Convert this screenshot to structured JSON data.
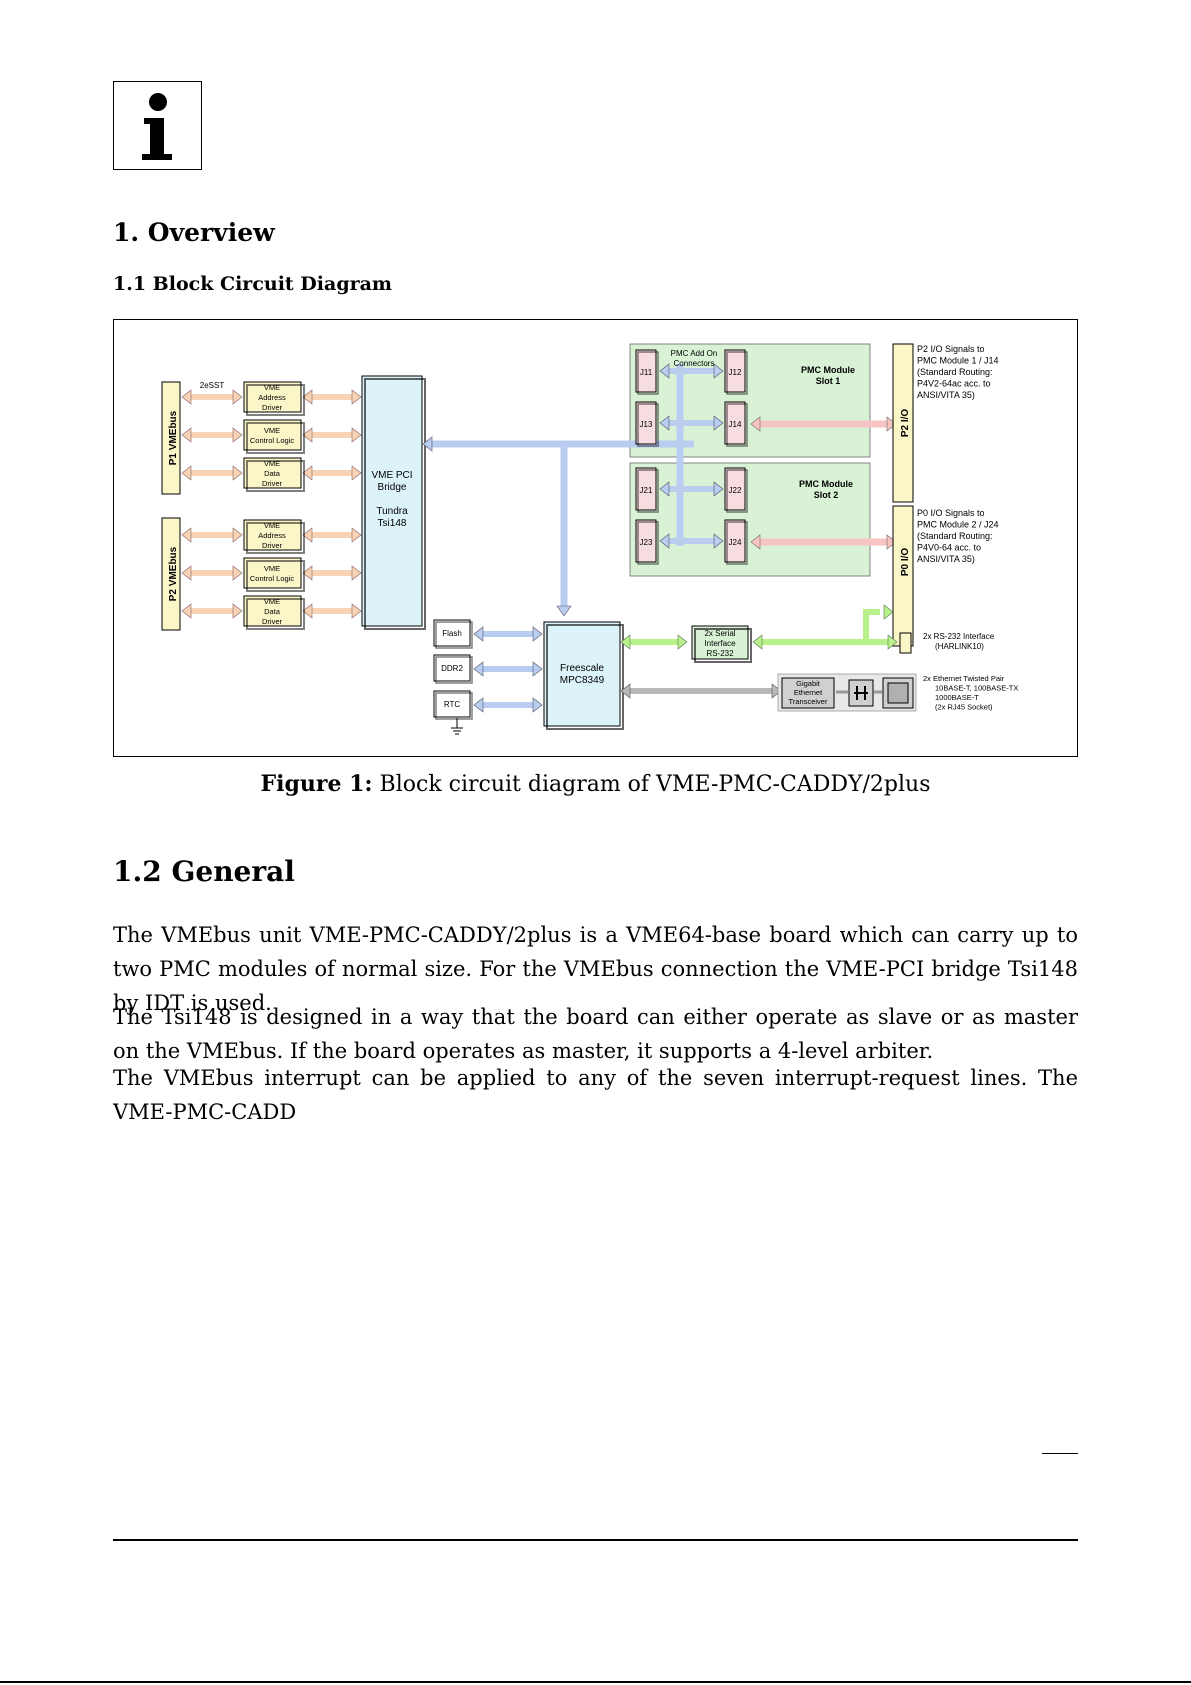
{
  "header": {
    "logo_icon": "info-icon",
    "logo_glyph": "i"
  },
  "section": {
    "title": "1. Overview"
  },
  "subsection": {
    "title": "1.1 Block Circuit Diagram"
  },
  "diagram": {
    "p1_vmebus": "P1  VMEbus",
    "p2_vmebus": "P2  VMEbus",
    "esst_label": "2eSST",
    "vme_addr_driver": [
      "VME",
      "Address",
      "Driver"
    ],
    "vme_ctrl_logic": [
      "VME",
      "Control Logic"
    ],
    "vme_data_driver": [
      "VME",
      "Data",
      "Driver"
    ],
    "bridge": [
      "VME PCI",
      "Bridge",
      "",
      "Tundra",
      "Tsi148"
    ],
    "pmc_connectors": [
      "PMC Add On",
      "Connectors"
    ],
    "j11": "J11",
    "j12": "J12",
    "j13": "J13",
    "j14": "J14",
    "j21": "J21",
    "j22": "J22",
    "j23": "J23",
    "j24": "J24",
    "pmc_slot1": [
      "PMC Module",
      "Slot 1"
    ],
    "pmc_slot2": [
      "PMC Module",
      "Slot 2"
    ],
    "p2_io": "P2 I/O",
    "p0_io": "P0 I/O",
    "p2_io_desc": [
      "P2 I/O Signals to",
      "PMC Module 1 / J14",
      "(Standard Routing:",
      "P4V2-64ac acc. to",
      "ANSI/VITA 35)"
    ],
    "p0_io_desc": [
      "P0 I/O Signals to",
      "PMC Module 2 / J24",
      "(Standard Routing:",
      "P4V0-64 acc. to",
      "ANSI/VITA 35)"
    ],
    "flash": "Flash",
    "ddr2": "DDR2",
    "rtc": "RTC",
    "cpu": [
      "Freescale",
      "MPC8349"
    ],
    "serial": [
      "2x Serial",
      "Interface",
      "RS-232"
    ],
    "rs232_desc": [
      "2x RS-232 Interface",
      "(HARLINK10)"
    ],
    "gigabit": [
      "Gigabit",
      "Ethernet",
      "Transceiver"
    ],
    "ethernet_desc": [
      "2x Ethernet Twisted Pair",
      "10BASE-T, 100BASE-TX",
      "1000BASE-T",
      "(2x RJ45 Socket)"
    ],
    "colors": {
      "vme_arrow": "#f8d2b4",
      "pci_arrow": "#b8cdf0",
      "pmc_area": "#d9f2d6",
      "pink_arrow": "#f7c4c4",
      "green_arrow": "#b8f08a",
      "gray_arrow": "#b8b8b8",
      "bus_box": "#fbf6c8",
      "bridge_box": "#dcf3f9",
      "connector": "#f8dde0"
    }
  },
  "figure": {
    "label": "Figure 1:",
    "caption": "Block circuit diagram of VME-PMC-CADDY/2plus"
  },
  "general": {
    "title": "1.2 General",
    "p1": "The VMEbus unit VME-PMC-CADDY/2plus is a VME64-base board which can carry up to two PMC modules of normal size. For the VMEbus connection the VME-PCI bridge Tsi148 by IDT is used.",
    "p2": "The Tsi148 is designed in a way that the board can either operate as slave or as master on the VMEbus. If the board operates as master, it supports a 4-level arbiter.",
    "p3": "The VMEbus interrupt can be applied to any of the seven interrupt-request lines. The VME-PMC-CADD"
  }
}
